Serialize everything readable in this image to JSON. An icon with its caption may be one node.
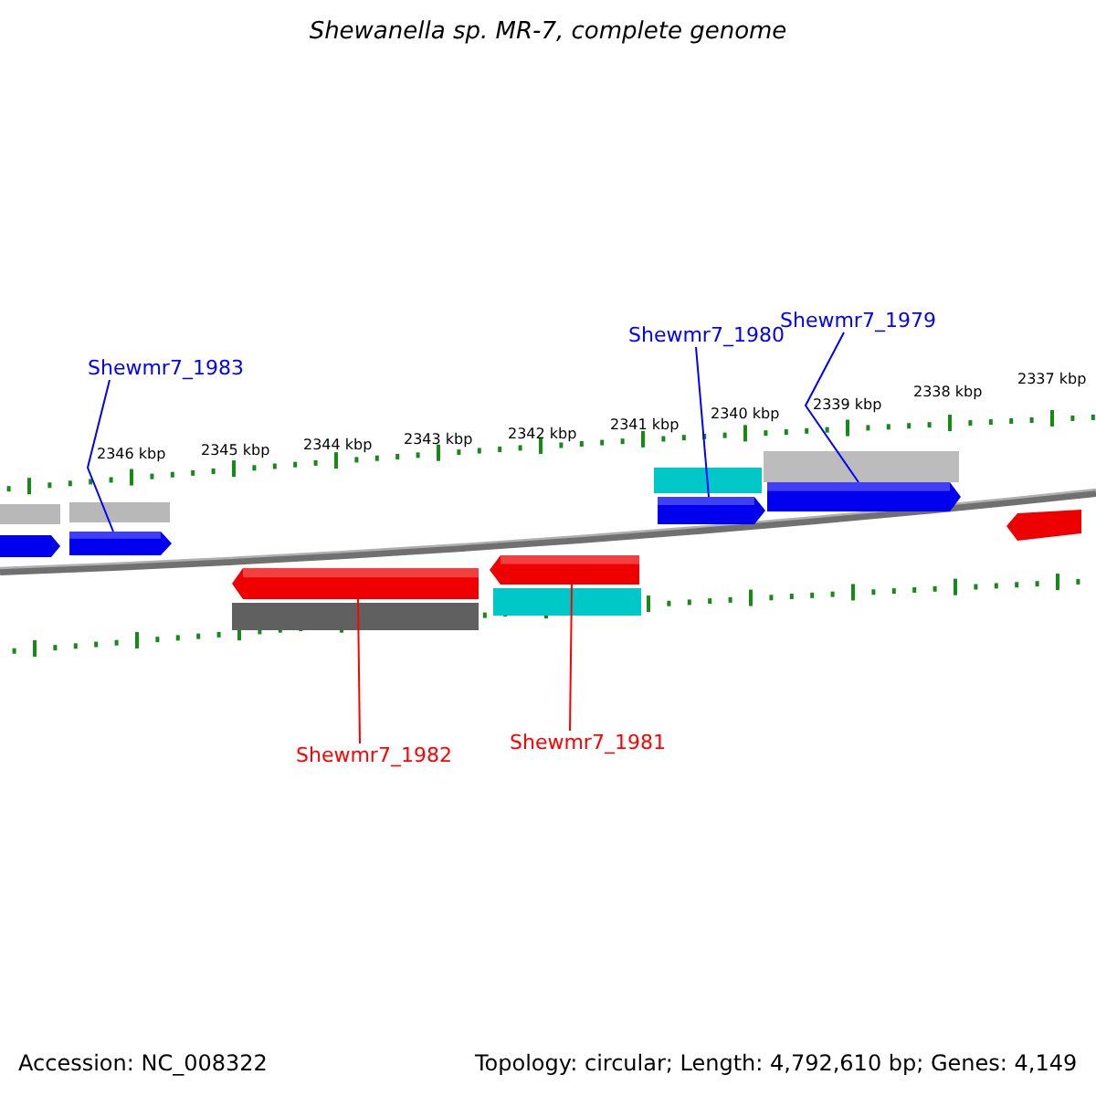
{
  "diagram": {
    "title": "Shewanella sp. MR-7, complete genome",
    "nodes": [
      {
        "text": [
          "Shewmr7_1983"
        ]
      },
      {
        "text": [
          "Shewmr7_1980"
        ]
      },
      {
        "text": [
          "Shewmr7_1979"
        ]
      },
      {
        "text": [
          "Shewmr7_1982"
        ]
      },
      {
        "text": [
          "Shewmr7_1981"
        ]
      },
      {
        "text": [],
        "shape": "bar"
      },
      {
        "text": [],
        "shape": "bar"
      },
      {
        "text": [],
        "shape": "bar"
      },
      {
        "text": [],
        "shape": "bar"
      },
      {
        "text": [],
        "shape": "bar"
      }
    ],
    "edges": [
      {
        "from": 0,
        "to": 5,
        "arrow": "none"
      },
      {
        "from": 1,
        "to": 6,
        "arrow": "none"
      },
      {
        "from": 2,
        "to": 7,
        "arrow": "none"
      },
      {
        "from": 3,
        "to": 8,
        "arrow": "none",
        "color": "#ff0000"
      },
      {
        "from": 4,
        "to": 9,
        "arrow": "none",
        "color": "#ff0000"
      }
    ],
    "labels": [
      "2337 kbp",
      "2338 kbp",
      "2339 kbp",
      "2340 kbp",
      "2341 kbp",
      "2342 kbp",
      "2343 kbp",
      "2344 kbp",
      "2345 kbp",
      "2346 kbp",
      "Accession: NC_008322",
      "Topology: circular; Length: 4,792,610 bp; Genes: 4,149"
    ]
  }
}
